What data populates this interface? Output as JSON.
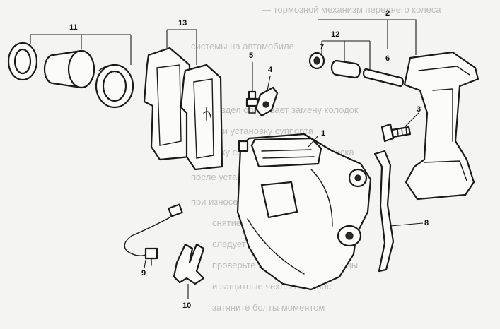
{
  "background_text_lines": [
    "— тормозной механизм переднего колеса",
    "системы на автомобиле",
    "этот раздел описывает замену колодок",
    "снятие и установку суппорта",
    "проверку состояния тормозного диска",
    "после установки прокачать систему",
    "при износе колодок заменить",
    "снятие и установку деталей",
    "следует выполнять аккуратно",
    "проверьте направляющие пальцы",
    "и защитные чехлы на износ",
    "затяните болты моментом"
  ],
  "callouts": [
    {
      "label": "11"
    },
    {
      "label": "13"
    },
    {
      "label": "5"
    },
    {
      "label": "4"
    },
    {
      "label": "1"
    },
    {
      "label": "2"
    },
    {
      "label": "12"
    },
    {
      "label": "7"
    },
    {
      "label": "6"
    },
    {
      "label": "3"
    },
    {
      "label": "8"
    },
    {
      "label": "9"
    },
    {
      "label": "10"
    }
  ]
}
